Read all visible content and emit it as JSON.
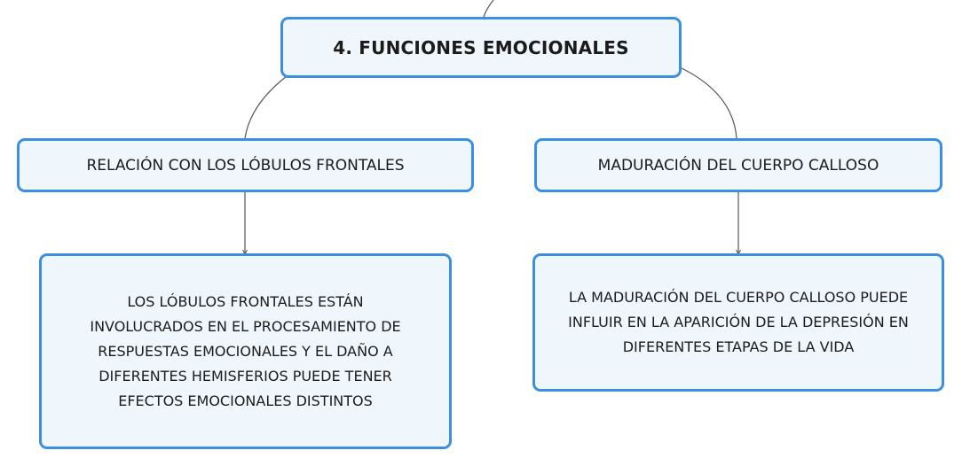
{
  "diagram": {
    "root": {
      "label": "4. FUNCIONES EMOCIONALES"
    },
    "branches": [
      {
        "label": "RELACIÓN CON LOS LÓBULOS FRONTALES",
        "detail_lines": [
          "LOS LÓBULOS FRONTALES ESTÁN",
          "INVOLUCRADOS EN EL PROCESAMIENTO DE",
          "RESPUESTAS EMOCIONALES Y EL DAÑO A",
          "DIFERENTES HEMISFERIOS PUEDE TENER",
          "EFECTOS EMOCIONALES DISTINTOS"
        ]
      },
      {
        "label": "MADURACIÓN DEL CUERPO CALLOSO",
        "detail_lines": [
          "LA MADURACIÓN DEL CUERPO CALLOSO PUEDE",
          "INFLUIR EN LA APARICIÓN DE LA DEPRESIÓN EN",
          "DIFERENTES ETAPAS DE LA VIDA"
        ]
      }
    ],
    "colors": {
      "node_border": "#3a8fde",
      "node_fill": "#eff7fd",
      "connector": "#555555",
      "text": "#1b1b1b"
    }
  }
}
